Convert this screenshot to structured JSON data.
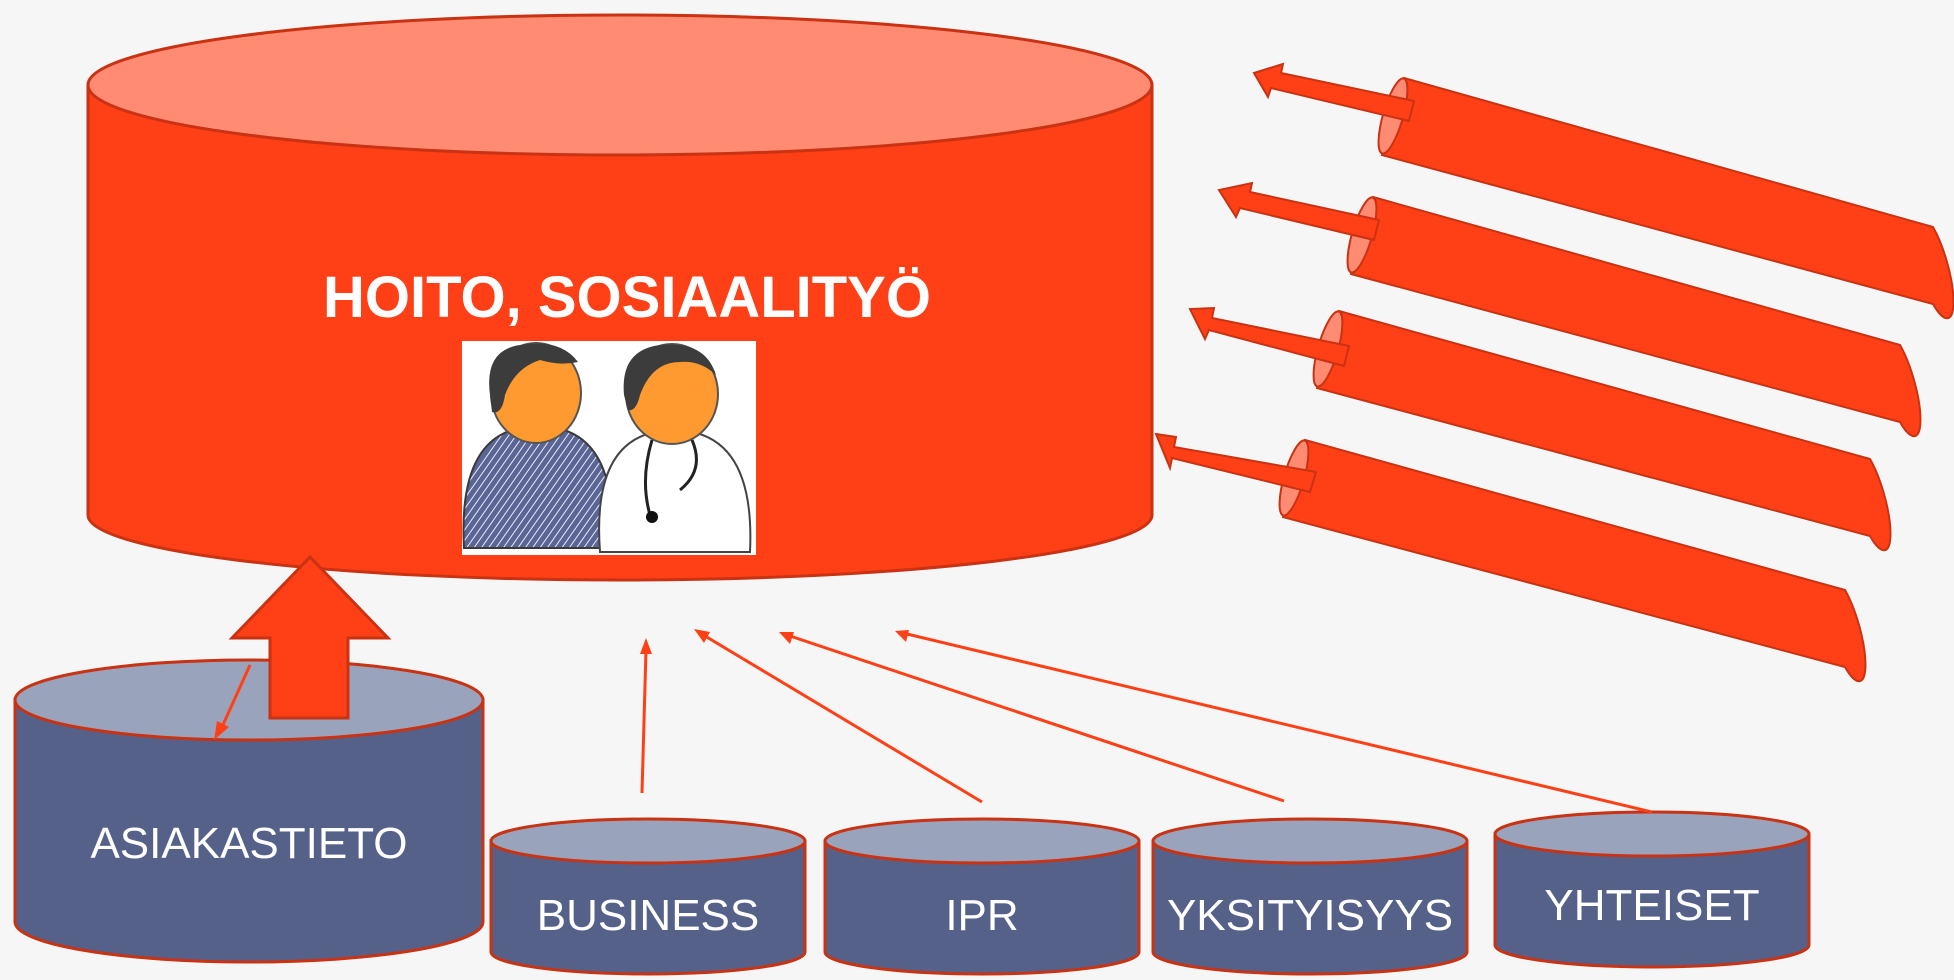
{
  "main": {
    "title": "HOITO, SOSIAALITYÖ",
    "icon": "care-staff-icon"
  },
  "databases": [
    {
      "label": "ASIAKASTIETO"
    },
    {
      "label": "BUSINESS"
    },
    {
      "label": "IPR"
    },
    {
      "label": "YKSITYISYYS"
    },
    {
      "label": "YHTEISET"
    }
  ],
  "colors": {
    "main_fill": "#ff4017",
    "main_top": "#ff8b72",
    "db_fill": "#556189",
    "db_top": "#9aa3bc",
    "arrow": "#ff4017",
    "outline": "#c93212"
  }
}
